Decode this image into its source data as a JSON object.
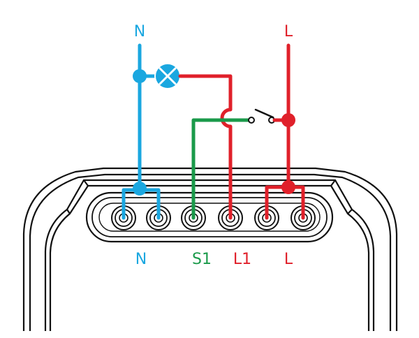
{
  "labels": {
    "top_neutral": "N",
    "top_live": "L",
    "terminal_n": "N",
    "terminal_s1": "S1",
    "terminal_l1": "L1",
    "terminal_l": "L"
  },
  "colors": {
    "neutral": "#1aa7e0",
    "live": "#e0202a",
    "switch": "#1a9a4a",
    "housing": "#111111",
    "background": "#ffffff"
  },
  "components": {
    "lamp": "lamp-icon",
    "switch": "switch-icon",
    "terminal_block": "six-terminal-block"
  }
}
